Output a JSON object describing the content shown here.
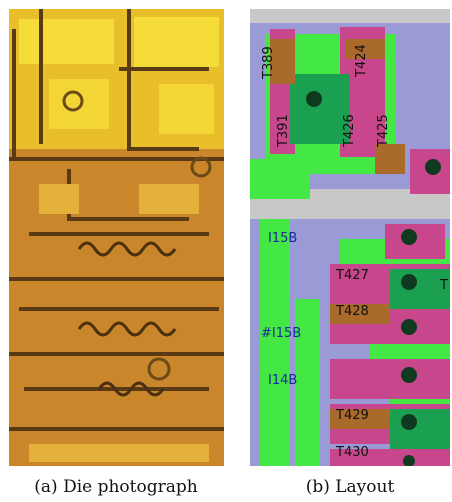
{
  "captions": {
    "a": "(a) Die photograph",
    "b": "(b) Layout"
  },
  "layout_labels": {
    "t389": "T389",
    "t424": "T424",
    "t391": "T391",
    "t426": "T426",
    "t425": "T425",
    "i15b": "I15B",
    "t427": "T427",
    "t428": "T428",
    "hash_i15b": "#I15B",
    "i14b": "I14B",
    "t429": "T429",
    "t430": "T430",
    "edge_t": "T"
  },
  "colors": {
    "metal": "#9a9ad6",
    "poly": "#44e844",
    "diffusion": "#c8468c",
    "gate": "#a96a2c",
    "contact": "#0f3a1f",
    "die_bg": "#c9862a",
    "die_metal": "#f2d230"
  }
}
